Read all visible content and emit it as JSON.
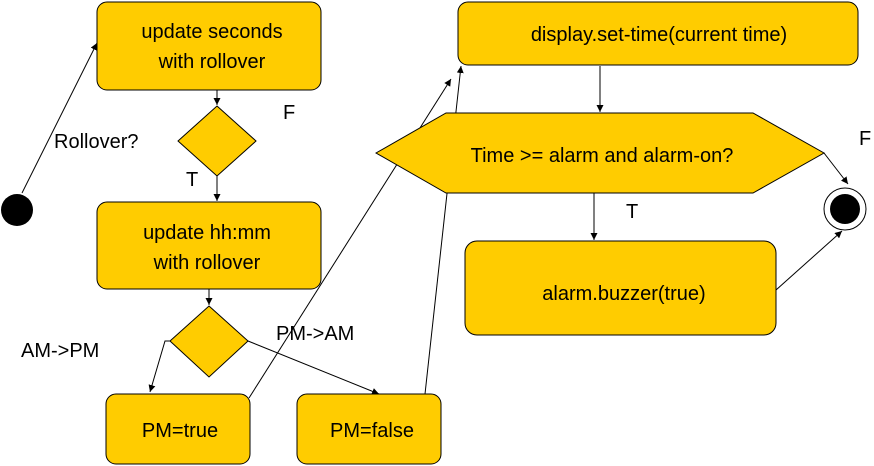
{
  "colors": {
    "node_fill": "#ffcc00",
    "stroke": "#000000",
    "background": "#ffffff"
  },
  "nodes": {
    "update_seconds": {
      "line1": "update seconds",
      "line2": "with rollover"
    },
    "update_hhmm": {
      "line1": "update hh:mm",
      "line2": "with rollover"
    },
    "pm_true": {
      "label": "PM=true"
    },
    "pm_false": {
      "label": "PM=false"
    },
    "display_set_time": {
      "label": "display.set-time(current time)"
    },
    "alarm_check": {
      "label": "Time >= alarm and alarm-on?"
    },
    "alarm_buzzer": {
      "label": "alarm.buzzer(true)"
    }
  },
  "edge_labels": {
    "rollover": "Rollover?",
    "f_rollover": "F",
    "t_rollover": "T",
    "am_pm": "AM->PM",
    "pm_am": "PM->AM",
    "t_alarm": "T",
    "f_alarm": "F"
  }
}
